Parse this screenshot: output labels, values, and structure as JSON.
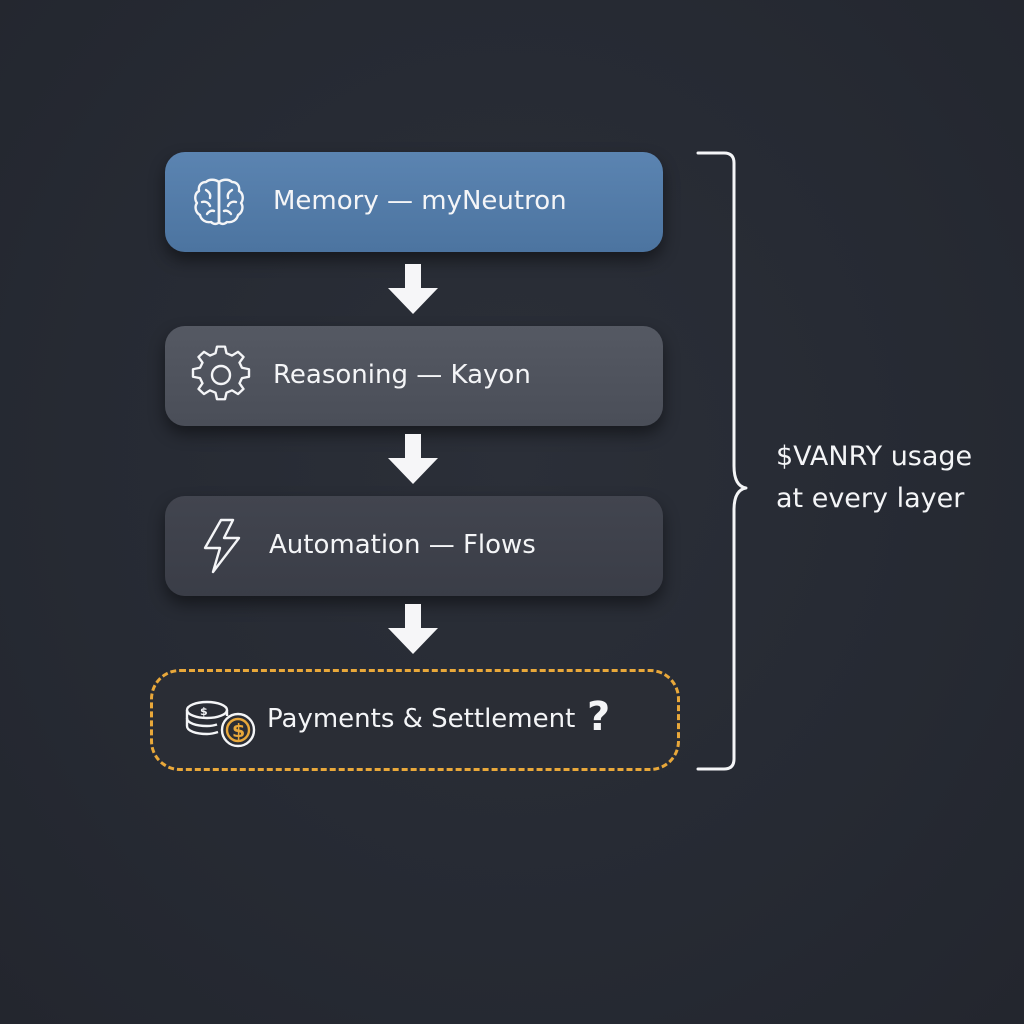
{
  "layers": [
    {
      "label": "Memory — myNeutron",
      "icon": "brain-icon"
    },
    {
      "label": "Reasoning — Kayon",
      "icon": "gear-icon"
    },
    {
      "label": "Automation — Flows",
      "icon": "lightning-icon"
    },
    {
      "label": "Payments & Settlement",
      "icon": "coins-dollar-icon",
      "suffix": "?",
      "style": "dashed"
    }
  ],
  "annotation": {
    "line1": "$VANRY usage",
    "line2": "at every layer"
  },
  "colors": {
    "background": "#262a33",
    "memory": "#5280ad",
    "reasoning": "#50545e",
    "automation": "#3e414b",
    "payments_border": "#e9a83a",
    "text": "#f4f5f7"
  }
}
